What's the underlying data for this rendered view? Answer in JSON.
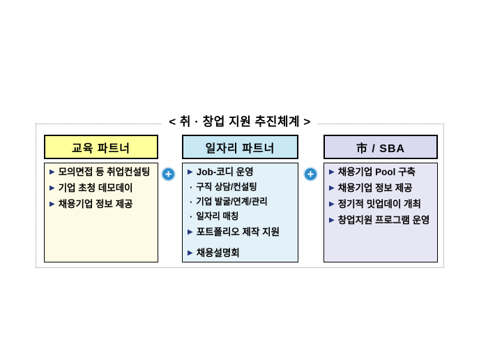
{
  "title": "< 취 · 창업 지원 추진체계 >",
  "plus_icon": "+",
  "bullets": {
    "main": "▶",
    "sub": "·"
  },
  "colors": {
    "header_yellow": "#ffff9c",
    "header_blue": "#c8e8f5",
    "header_purple": "#d9d9ef",
    "body_yellow": "#fdfbe5",
    "body_blue": "#e3f1f9",
    "body_purple": "#e6e6f4",
    "arrow_bullet": "#23357f",
    "plus_circle": "#2e8ccb"
  },
  "columns": [
    {
      "header": "교육 파트너",
      "items": [
        {
          "type": "main",
          "text": "모의면접 등 취업컨설팅"
        },
        {
          "type": "main",
          "text": "기업 초청 데모데이"
        },
        {
          "type": "main",
          "text": "채용기업 정보 제공"
        }
      ]
    },
    {
      "header": "일자리 파트너",
      "items": [
        {
          "type": "main",
          "text": "Job-코디 운영"
        },
        {
          "type": "sub",
          "text": "구직 상담/컨설팅"
        },
        {
          "type": "sub",
          "text": "기업 발굴/연계/관리"
        },
        {
          "type": "sub",
          "text": "일자리 매칭"
        },
        {
          "type": "main",
          "text": "포트폴리오 제작 지원"
        },
        {
          "type": "main",
          "text": "채용설명회"
        }
      ]
    },
    {
      "header": "市 / SBA",
      "items": [
        {
          "type": "main",
          "text": "채용기업 Pool 구축"
        },
        {
          "type": "main",
          "text": "채용기업 정보 제공"
        },
        {
          "type": "main",
          "text": "정기적 밋업데이 개최"
        },
        {
          "type": "main",
          "text": "창업지원 프로그램 운영"
        }
      ]
    }
  ]
}
